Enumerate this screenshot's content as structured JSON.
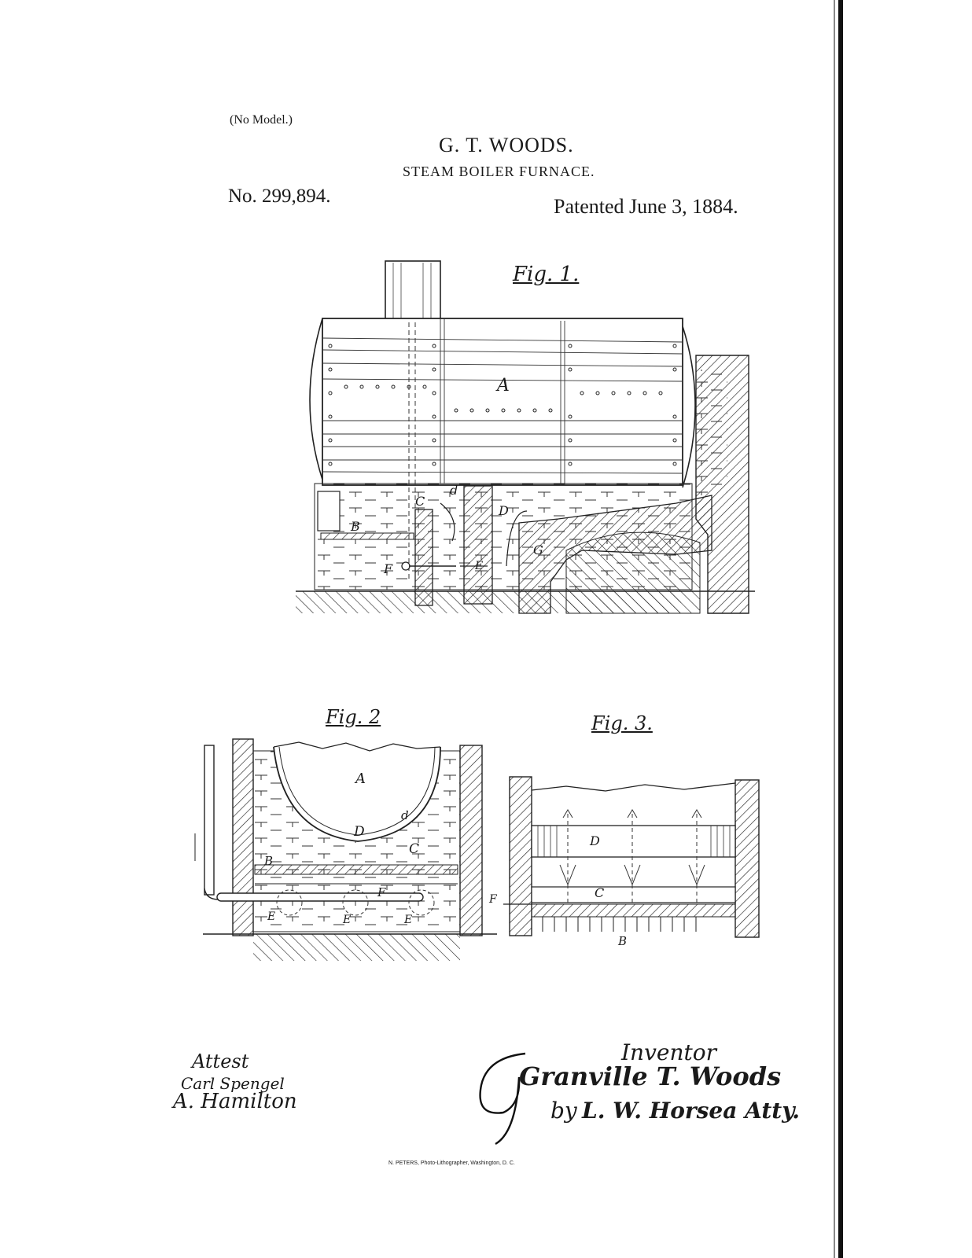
{
  "header": {
    "model_note": "(No Model.)",
    "inventor": "G. T. WOODS.",
    "title": "STEAM BOILER FURNACE.",
    "patent_no": "No. 299,894.",
    "patented": "Patented June 3, 1884."
  },
  "figures": {
    "fig1": {
      "label": "Fig. 1."
    },
    "fig2": {
      "label": "Fig. 2"
    },
    "fig3": {
      "label": "Fig. 3."
    }
  },
  "reference_letters": {
    "A": "A",
    "B": "B",
    "C": "C",
    "D": "D",
    "E": "E",
    "F": "F",
    "G": "G",
    "d": "d"
  },
  "signatures": {
    "attest_label": "Attest",
    "witness1": "Carl Spengel",
    "witness2": "A. Hamilton",
    "inventor_label": "Inventor",
    "inventor_name": "Granville T. Woods",
    "by": "by",
    "attorney": "L. W. Horsea Atty."
  },
  "footer": {
    "printer": "N. PETERS, Photo-Lithographer, Washington, D. C."
  }
}
